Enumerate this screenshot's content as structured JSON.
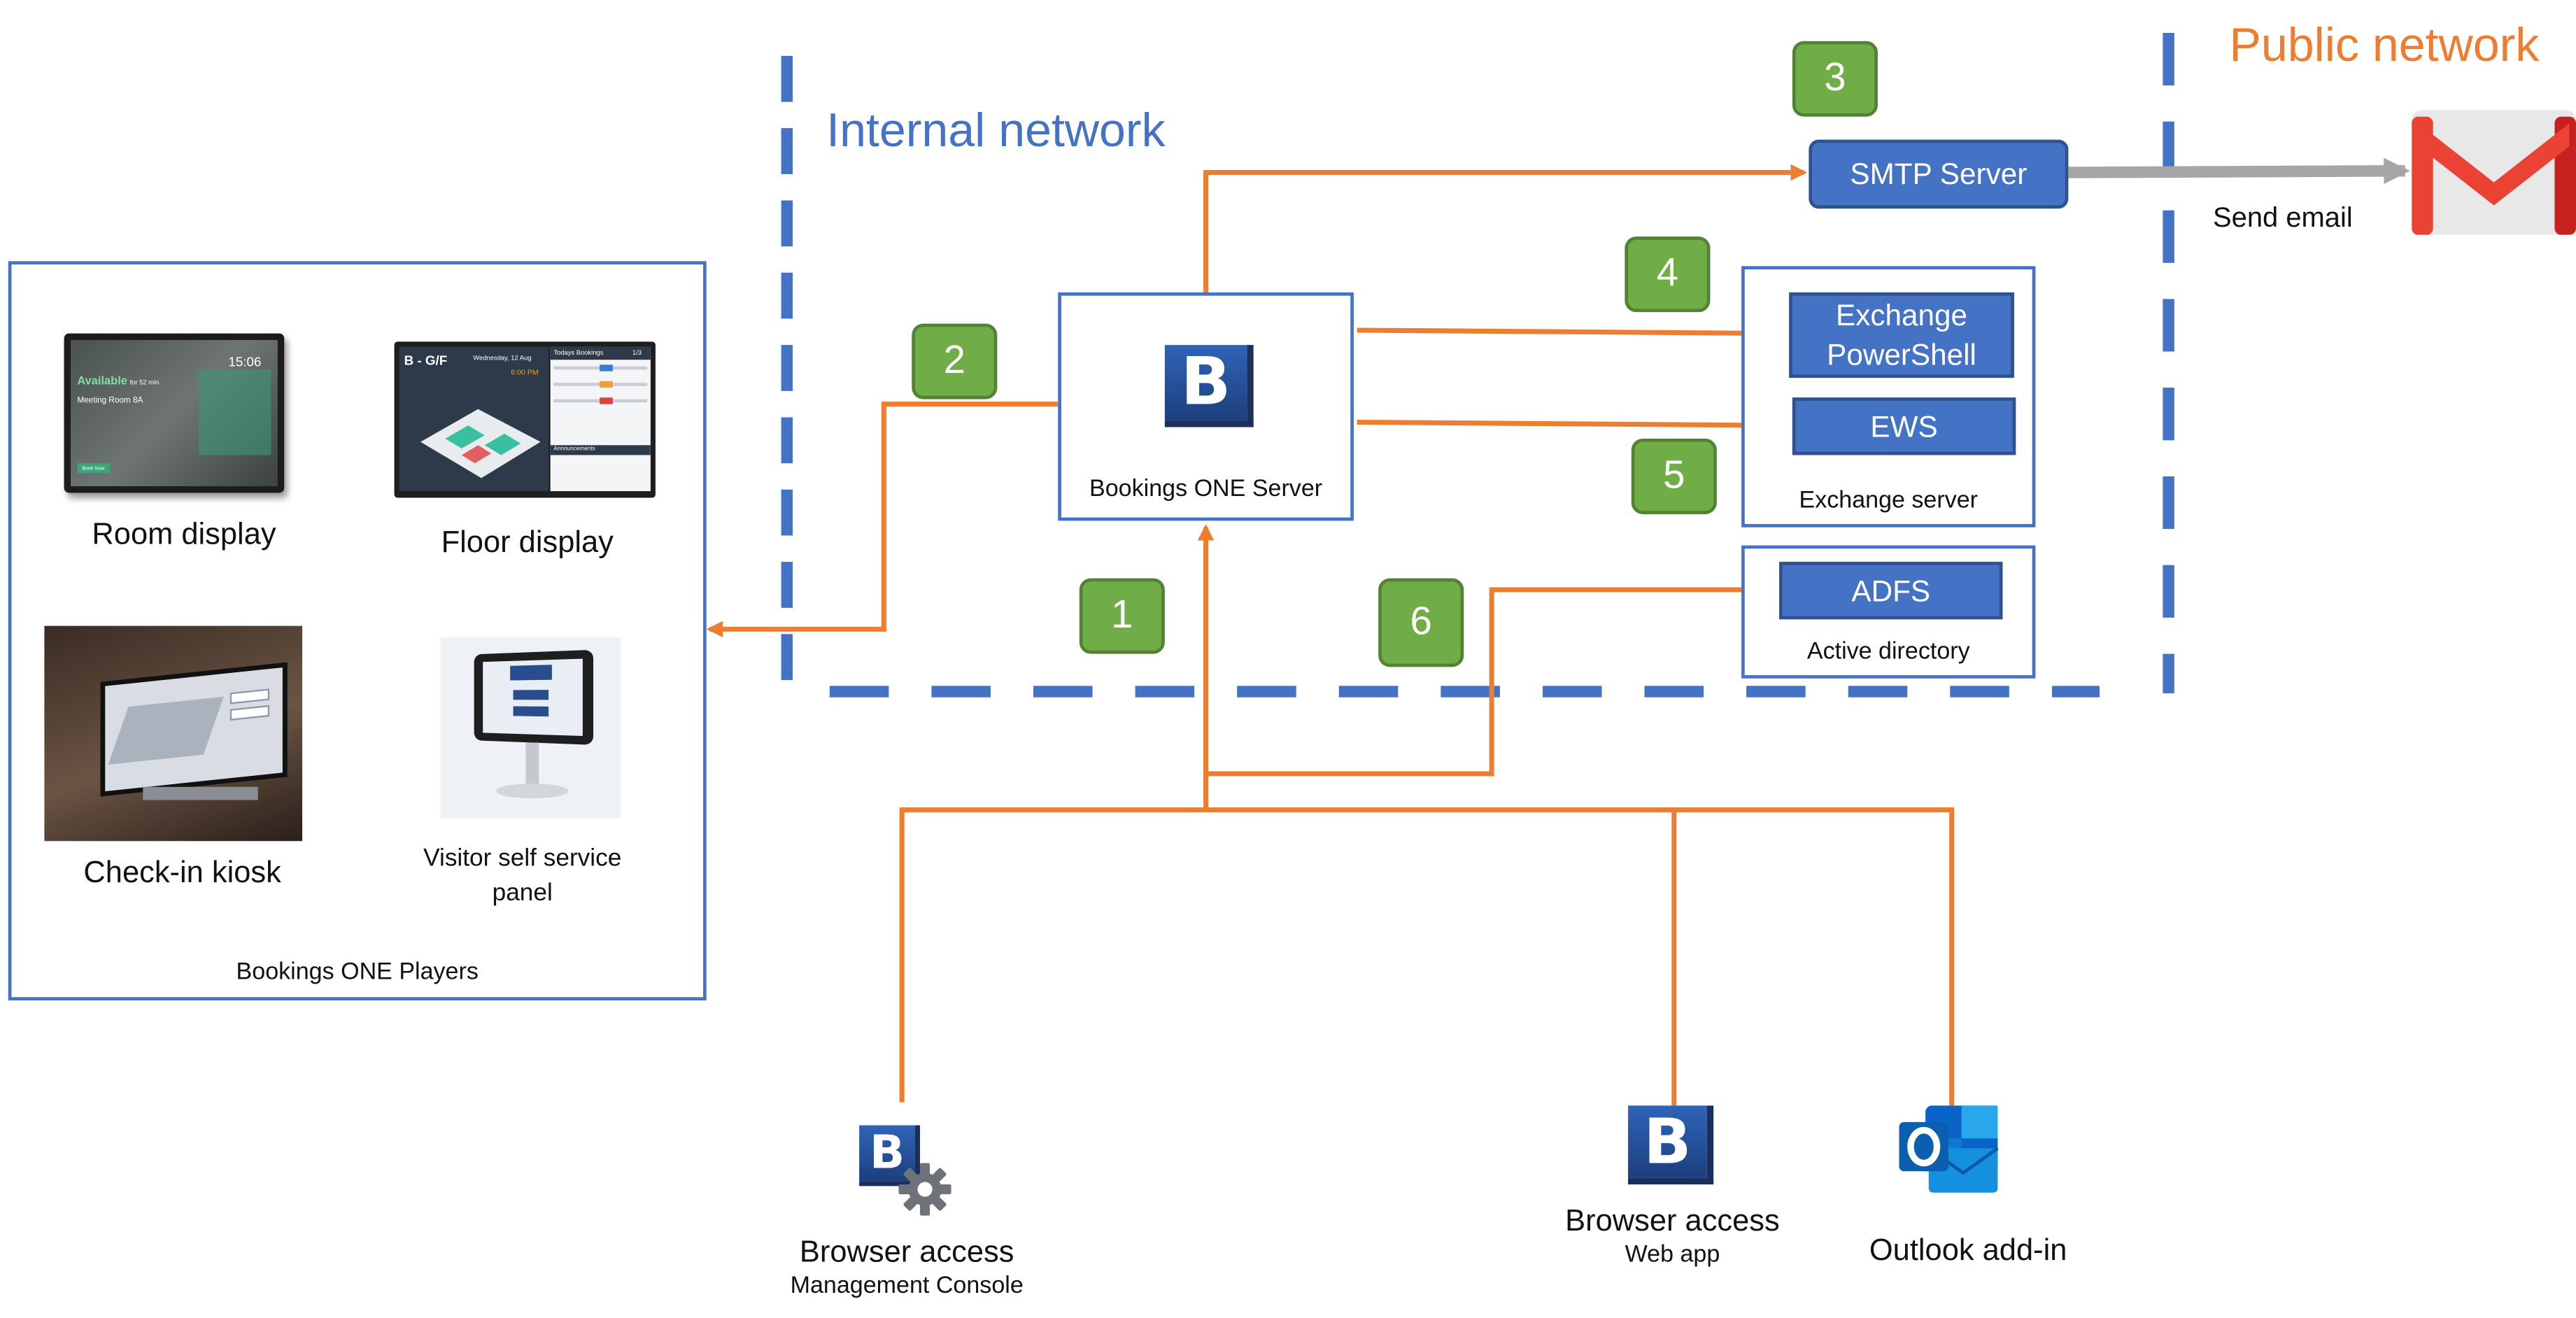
{
  "zones": {
    "internal": {
      "title": "Internal network",
      "color": "#4472c4"
    },
    "public": {
      "title": "Public network",
      "color": "#ed7d31"
    }
  },
  "server": {
    "caption": "Bookings ONE Server",
    "icon": "bookings-b-logo-icon"
  },
  "smtp": {
    "label": "SMTP Server"
  },
  "exchange": {
    "powershell": "Exchange PowerShell",
    "ews": "EWS",
    "caption": "Exchange server"
  },
  "directory": {
    "adfs": "ADFS",
    "caption": "Active directory"
  },
  "send_email": {
    "label": "Send email",
    "icon": "gmail-icon"
  },
  "steps": [
    "1",
    "2",
    "3",
    "4",
    "5",
    "6"
  ],
  "players": {
    "caption": "Bookings ONE Players",
    "room_display": "Room display",
    "floor_display": "Floor display",
    "checkin_kiosk": "Check-in kiosk",
    "visitor_panel": "Visitor self service panel",
    "room_screen": {
      "status": "Available",
      "sub": "for 52 min",
      "time": "15:06",
      "room": "Meeting Room 8A",
      "button": "Book Now"
    },
    "floor_screen": {
      "title": "B - G/F",
      "date": "Wednesday, 12 Aug",
      "time": "6:00 PM",
      "panel": "Todays Bookings",
      "page": "1/3",
      "section": "Announcements"
    }
  },
  "clients": {
    "management": {
      "title": "Browser access",
      "sub": "Management Console",
      "icon": "management-console-gear-icon"
    },
    "webapp": {
      "title": "Browser access",
      "sub": "Web app",
      "icon": "bookings-b-logo-icon"
    },
    "outlook": {
      "title": "Outlook add-in",
      "icon": "outlook-icon"
    }
  },
  "colors": {
    "line": "#ed7d31",
    "box": "#4472c4",
    "badge": "#70ad47",
    "email_arrow": "#a6a6a6"
  }
}
